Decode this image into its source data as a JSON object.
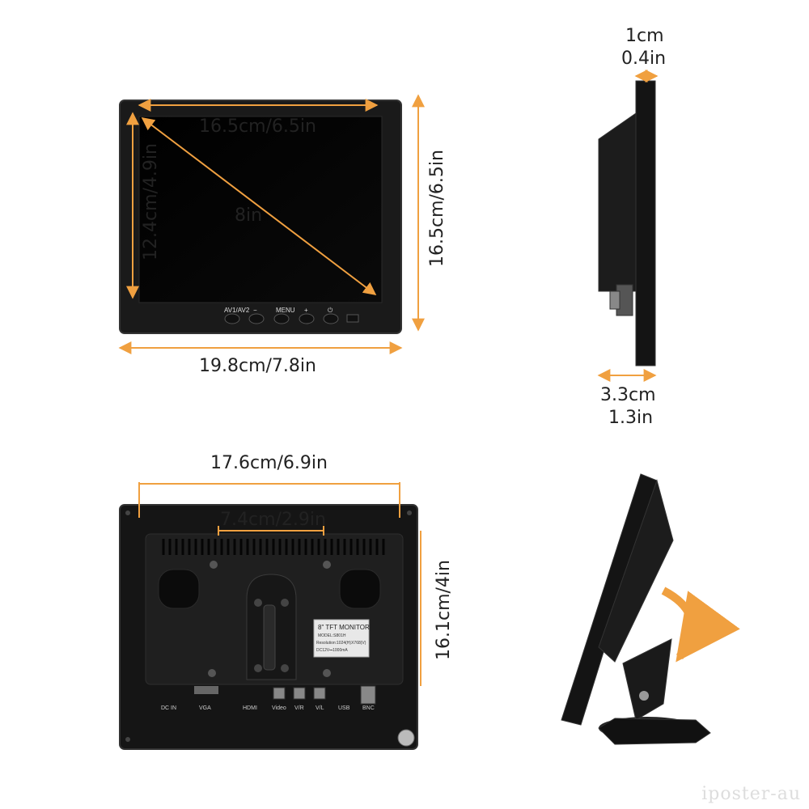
{
  "front": {
    "screen_width": "16.5cm/6.5in",
    "screen_height": "12.4cm/4.9in",
    "diagonal": "8in",
    "total_height": "16.5cm/6.5in",
    "total_width": "19.8cm/7.8in",
    "buttons": [
      "AV1/AV2",
      "−",
      "MENU",
      "+",
      "⏻"
    ]
  },
  "side": {
    "thickness_top_cm": "1cm",
    "thickness_top_in": "0.4in",
    "depth_cm": "3.3cm",
    "depth_in": "1.3in"
  },
  "back": {
    "width": "17.6cm/6.9in",
    "mount_width": "7.4cm/2.9in",
    "height": "16.1cm/4in",
    "label_title": "8\" TFT MONITOR",
    "label_model": "MODEL:S801H",
    "label_resolution": "Resolution:1024(H)X768(V)",
    "label_power": "DC12V⎓1000mA",
    "ports": [
      "DC  IN",
      "VGA",
      "HDMI",
      "Video",
      "V/R",
      "V/L",
      "USB",
      "BNC"
    ]
  },
  "watermark": "iposter-au",
  "colors": {
    "dimension_line": "#f0a040",
    "device": "#111111",
    "text": "#222222"
  }
}
